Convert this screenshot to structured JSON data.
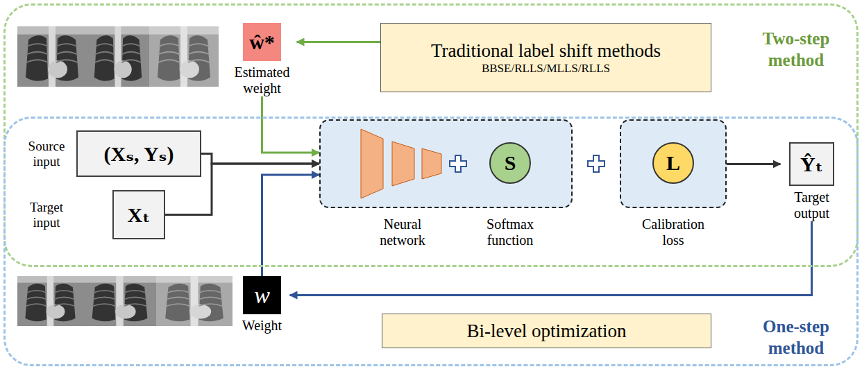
{
  "diagram": {
    "nodes": [
      {
        "text": [
          "Two-step method"
        ]
      },
      {
        "text": [
          "ŵ*",
          "Estimated weight"
        ],
        "in": 0
      },
      {
        "text": [
          "Traditional label shift methods",
          "BBSE/RLLS/MLLS/RLLS"
        ],
        "in": 0
      },
      {
        "text": [
          "One-step method"
        ]
      },
      {
        "text": [
          "Source input",
          "(Xₛ, Yₛ)"
        ],
        "in": 3
      },
      {
        "text": [
          "Target input",
          "Xₜ"
        ],
        "in": 3
      },
      {
        "text": [
          "Neural network",
          "Softmax function"
        ],
        "in": 3
      },
      {
        "text": [
          "S"
        ],
        "in": 6
      },
      {
        "text": [
          "Calibration loss"
        ],
        "in": 3
      },
      {
        "text": [
          "L"
        ],
        "in": 8
      },
      {
        "text": [
          "Ŷₜ",
          "Target output"
        ],
        "in": 3
      },
      {
        "text": [
          "w",
          "Weight"
        ],
        "in": 3
      },
      {
        "text": [
          "Bi-level optimization"
        ],
        "in": 3
      }
    ],
    "edges": [
      {
        "from": 2,
        "to": 1,
        "arrow": "to"
      },
      {
        "from": 1,
        "to": 6,
        "arrow": "to"
      },
      {
        "from": 4,
        "to": 6,
        "arrow": "to"
      },
      {
        "from": 5,
        "to": 6,
        "arrow": "to"
      },
      {
        "from": 8,
        "to": 10,
        "arrow": "to"
      },
      {
        "from": 10,
        "to": 11,
        "arrow": "to"
      },
      {
        "from": 11,
        "to": 6,
        "arrow": "to"
      }
    ]
  }
}
